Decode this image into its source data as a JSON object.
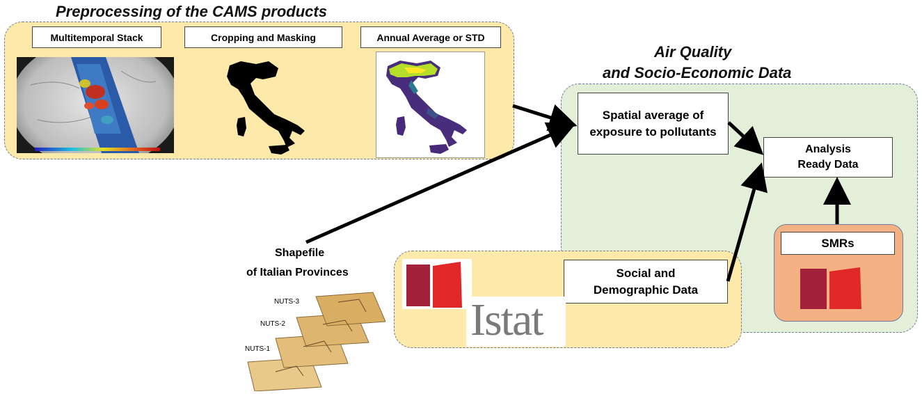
{
  "preprocessing": {
    "title": "Preprocessing of the CAMS products",
    "steps": [
      "Multitemporal Stack",
      "Cropping and Masking",
      "Annual Average or STD"
    ]
  },
  "air_quality": {
    "title_line1": "Air Quality",
    "title_line2": "and Socio-Economic Data",
    "spatial_average": "Spatial average of exposure to pollutants",
    "analysis_ready": "Analysis Ready Data"
  },
  "social": {
    "label": "Social and Demographic Data",
    "logo_text": "Istat"
  },
  "smrs": {
    "label": "SMRs"
  },
  "shapefile": {
    "line1": "Shapefile",
    "line2": "of Italian Provinces",
    "layers": [
      "NUTS-3",
      "NUTS-2",
      "NUTS-1"
    ]
  },
  "colors": {
    "panel_fill": "#fde9a9",
    "green_fill": "#e3efd9",
    "smrs_fill": "#f4b183",
    "istat_red_dark": "#a3213a",
    "istat_red": "#e02828"
  }
}
